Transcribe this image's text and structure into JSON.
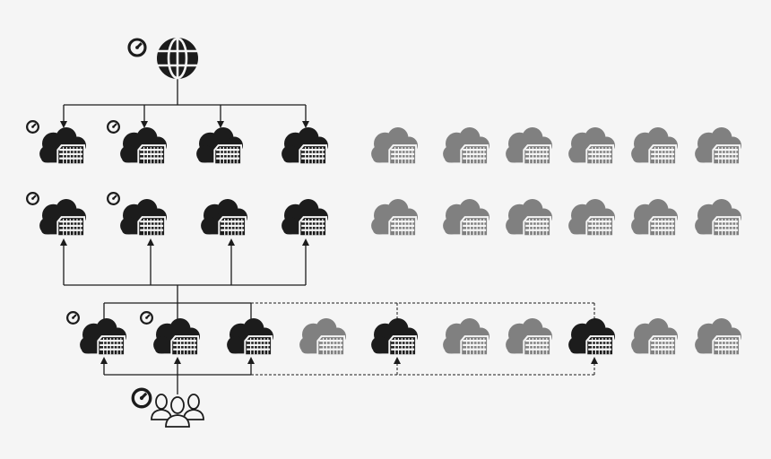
{
  "colors": {
    "background": "#f5f5f5",
    "active": "#1c1c1c",
    "inactive": "#808080",
    "connector": "#1c1c1c"
  },
  "icons": {
    "internet": "globe-icon",
    "datacenter": "cloud-datacenter-icon",
    "clients": "user-group-icon",
    "monitor": "stopwatch-icon"
  },
  "rows": [
    {
      "name": "upper-tier",
      "nodes": [
        "active",
        "active",
        "active",
        "active",
        "inactive",
        "inactive",
        "inactive",
        "inactive",
        "inactive",
        "inactive"
      ],
      "monitored": [
        true,
        true,
        false,
        false,
        false,
        false,
        false,
        false,
        false,
        false
      ]
    },
    {
      "name": "middle-tier",
      "nodes": [
        "active",
        "active",
        "active",
        "active",
        "inactive",
        "inactive",
        "inactive",
        "inactive",
        "inactive",
        "inactive"
      ],
      "monitored": [
        true,
        true,
        false,
        false,
        false,
        false,
        false,
        false,
        false,
        false
      ]
    },
    {
      "name": "lower-tier",
      "nodes": [
        "active",
        "active",
        "active",
        "inactive",
        "active",
        "inactive",
        "inactive",
        "active",
        "inactive",
        "inactive"
      ],
      "monitored": [
        true,
        true,
        false,
        false,
        false,
        false,
        false,
        false,
        false,
        false
      ]
    }
  ]
}
